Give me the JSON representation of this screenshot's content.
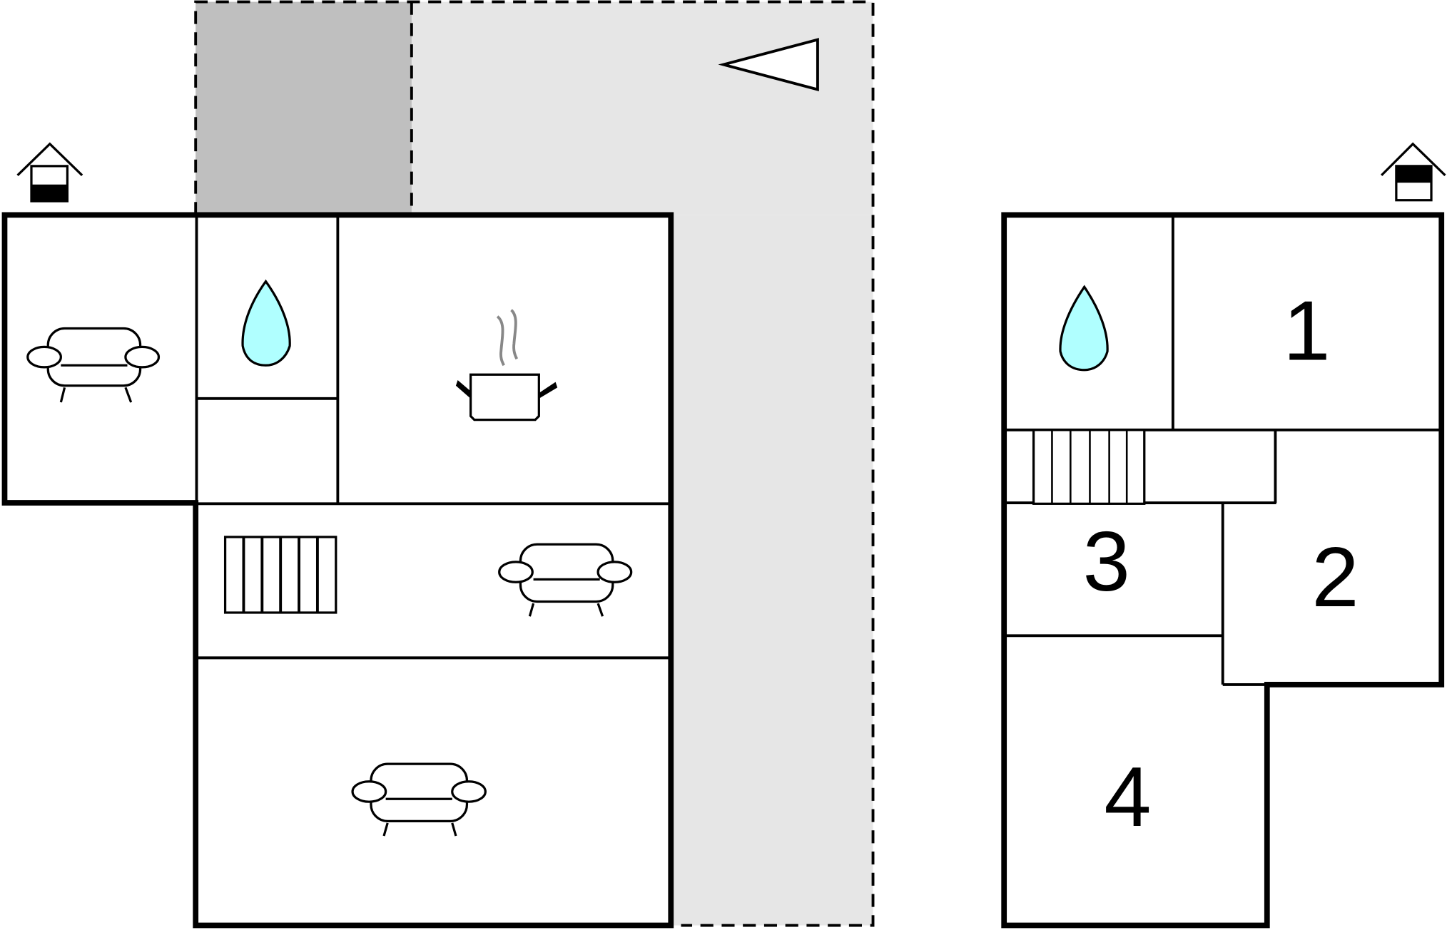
{
  "diagram": {
    "type": "floor-plan",
    "floors": [
      {
        "name": "ground-floor",
        "rooms": [
          {
            "id": "living-left",
            "icon": "sofa-icon"
          },
          {
            "id": "bathroom",
            "icon": "water-drop-icon"
          },
          {
            "id": "utility",
            "icon": ""
          },
          {
            "id": "kitchen",
            "icon": "cooking-pot-icon"
          },
          {
            "id": "hall",
            "icons": [
              "staircase-icon",
              "sofa-icon"
            ]
          },
          {
            "id": "living-bottom",
            "icon": "sofa-icon"
          }
        ],
        "entrance_marker": "house-entrance-icon"
      },
      {
        "name": "upper-floor",
        "rooms": [
          {
            "id": "bathroom-upper",
            "icon": "water-drop-icon"
          },
          {
            "id": "bedroom-1",
            "label": "1"
          },
          {
            "id": "bedroom-2",
            "label": "2"
          },
          {
            "id": "bedroom-3",
            "label": "3"
          },
          {
            "id": "bedroom-4",
            "label": "4"
          },
          {
            "id": "stair-landing",
            "icon": "staircase-icon"
          }
        ],
        "entrance_marker": "house-upper-icon"
      }
    ],
    "labels": {
      "r1": "1",
      "r2": "2",
      "r3": "3",
      "r4": "4"
    },
    "colors": {
      "terrace": "#e6e6e6",
      "carport": "#bfbfbf",
      "water": "#b0ffff",
      "steam": "#888888"
    }
  }
}
